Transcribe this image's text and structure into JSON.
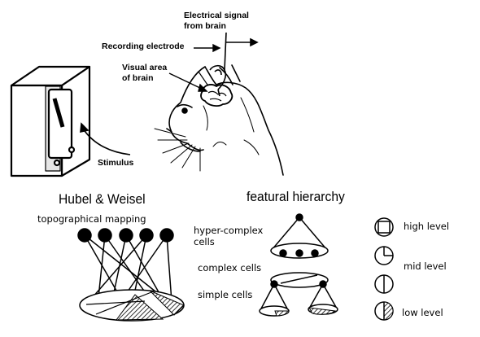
{
  "top_figure": {
    "labels": {
      "electrical_signal": "Electrical signal",
      "electrical_signal_2": "from brain",
      "recording_electrode": "Recording electrode",
      "visual_area": "Visual area",
      "visual_area_2": "of brain",
      "stimulus": "Stimulus"
    }
  },
  "left_diagram": {
    "title": "Hubel & Weisel",
    "subtitle": "topographical mapping"
  },
  "middle_diagram": {
    "title": "featural hierarchy",
    "level_labels": {
      "hyper_complex": "hyper-complex",
      "hyper_complex_2": "cells",
      "complex": "complex cells",
      "simple": "simple cells"
    }
  },
  "right_legend": {
    "items": [
      {
        "label": "high level",
        "icon": "square-in-circle-icon"
      },
      {
        "label": "mid level",
        "icon": "quarter-circle-icon"
      },
      {
        "label": "low level",
        "icon": "split-circle-icon"
      }
    ]
  },
  "colors": {
    "ink": "#000000",
    "background": "#ffffff"
  }
}
